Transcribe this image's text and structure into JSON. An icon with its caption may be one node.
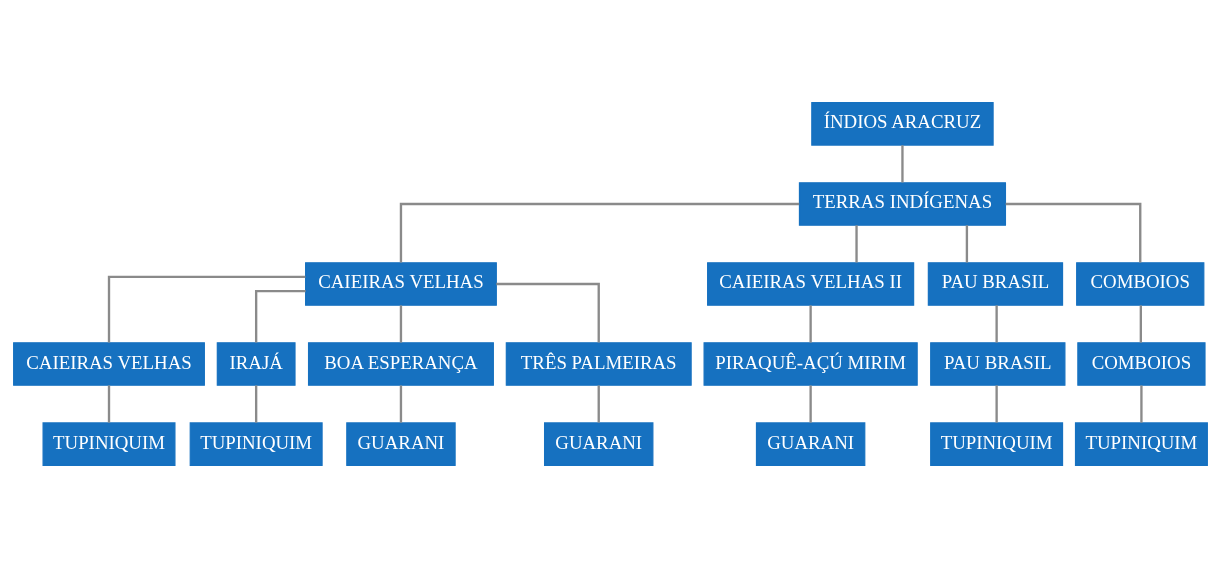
{
  "diagram": {
    "nodes": [
      {
        "text": [
          "ÍNDIOS ARACRUZ"
        ]
      },
      {
        "text": [
          "TERRAS INDÍGENAS"
        ]
      },
      {
        "text": [
          "CAIEIRAS VELHAS"
        ]
      },
      {
        "text": [
          "CAIEIRAS VELHAS II"
        ]
      },
      {
        "text": [
          "PAU BRASIL"
        ]
      },
      {
        "text": [
          "COMBOIOS"
        ]
      },
      {
        "text": [
          "CAIEIRAS VELHAS"
        ]
      },
      {
        "text": [
          "IRAJÁ"
        ]
      },
      {
        "text": [
          "BOA ESPERANÇA"
        ]
      },
      {
        "text": [
          "TRÊS PALMEIRAS"
        ]
      },
      {
        "text": [
          "PIRAQUÊ-AÇÚ MIRIM"
        ]
      },
      {
        "text": [
          "PAU BRASIL"
        ]
      },
      {
        "text": [
          "COMBOIOS"
        ]
      },
      {
        "text": [
          "TUPINIQUIM"
        ]
      },
      {
        "text": [
          "TUPINIQUIM"
        ]
      },
      {
        "text": [
          "GUARANI"
        ]
      },
      {
        "text": [
          "GUARANI"
        ]
      },
      {
        "text": [
          "GUARANI"
        ]
      },
      {
        "text": [
          "TUPINIQUIM"
        ]
      },
      {
        "text": [
          "TUPINIQUIM"
        ]
      }
    ],
    "edges": [
      {
        "from": 0,
        "to": 1,
        "arrow": "none"
      },
      {
        "from": 1,
        "to": 2,
        "arrow": "none"
      },
      {
        "from": 1,
        "to": 3,
        "arrow": "none"
      },
      {
        "from": 1,
        "to": 4,
        "arrow": "none"
      },
      {
        "from": 1,
        "to": 5,
        "arrow": "none"
      },
      {
        "from": 2,
        "to": 6,
        "arrow": "none"
      },
      {
        "from": 2,
        "to": 7,
        "arrow": "none"
      },
      {
        "from": 2,
        "to": 8,
        "arrow": "none"
      },
      {
        "from": 2,
        "to": 9,
        "arrow": "none"
      },
      {
        "from": 3,
        "to": 10,
        "arrow": "none"
      },
      {
        "from": 4,
        "to": 11,
        "arrow": "none"
      },
      {
        "from": 5,
        "to": 12,
        "arrow": "none"
      },
      {
        "from": 6,
        "to": 13,
        "arrow": "none"
      },
      {
        "from": 7,
        "to": 14,
        "arrow": "none"
      },
      {
        "from": 8,
        "to": 15,
        "arrow": "none"
      },
      {
        "from": 9,
        "to": 16,
        "arrow": "none"
      },
      {
        "from": 10,
        "to": 17,
        "arrow": "none"
      },
      {
        "from": 11,
        "to": 18,
        "arrow": "none"
      },
      {
        "from": 12,
        "to": 19,
        "arrow": "none"
      }
    ]
  }
}
